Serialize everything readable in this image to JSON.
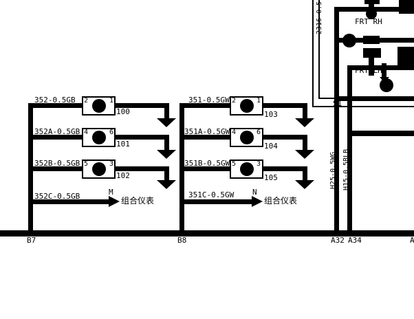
{
  "colors": {
    "ink": "#000000",
    "paper": "#ffffff"
  },
  "labels": {
    "w352": "352-0.5GB",
    "w352a": "352A-0.5GB",
    "w352b": "352B-0.5GB",
    "w352c": "352C-0.5GB",
    "w351": "351-0.5GW",
    "w351a": "351A-0.5GW",
    "w351b": "351B-0.5GW",
    "w351c": "351C-0.5GW",
    "n100": "100",
    "n101": "101",
    "n102": "102",
    "n103": "103",
    "n104": "104",
    "n105": "105",
    "pin2a": "2",
    "pin1a": "1",
    "pin4a": "4",
    "pin6a": "6",
    "pin5a": "5",
    "pin3a": "3",
    "pin2b": "2",
    "pin1b": "1",
    "pin4b": "4",
    "pin6b": "6",
    "pin5b": "5",
    "pin3b": "3",
    "m": "M",
    "n": "N",
    "dest_left": "组合仪表",
    "dest_right": "组合仪表",
    "b7": "B7",
    "b8": "B8",
    "a32": "A32",
    "a34": "A34",
    "a_edge": "A",
    "frt_rh": "FRT RH",
    "frt_lh": "FRT LH",
    "h25": "H25-0.5WG",
    "h15": "H15-0.5RLB",
    "top_vert": "2316-0.5",
    "s1": "S1"
  }
}
